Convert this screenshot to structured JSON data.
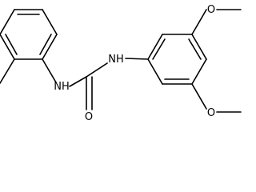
{
  "molecule": {
    "colors": {
      "bond": "#000000",
      "label": "#000000",
      "background": "#ffffff"
    },
    "atom_labels": {
      "nh_left": "NH",
      "nh_right": "NH",
      "carbonyl_o": "O",
      "methoxy_top_o": "O",
      "methoxy_bottom_o": "O"
    }
  }
}
